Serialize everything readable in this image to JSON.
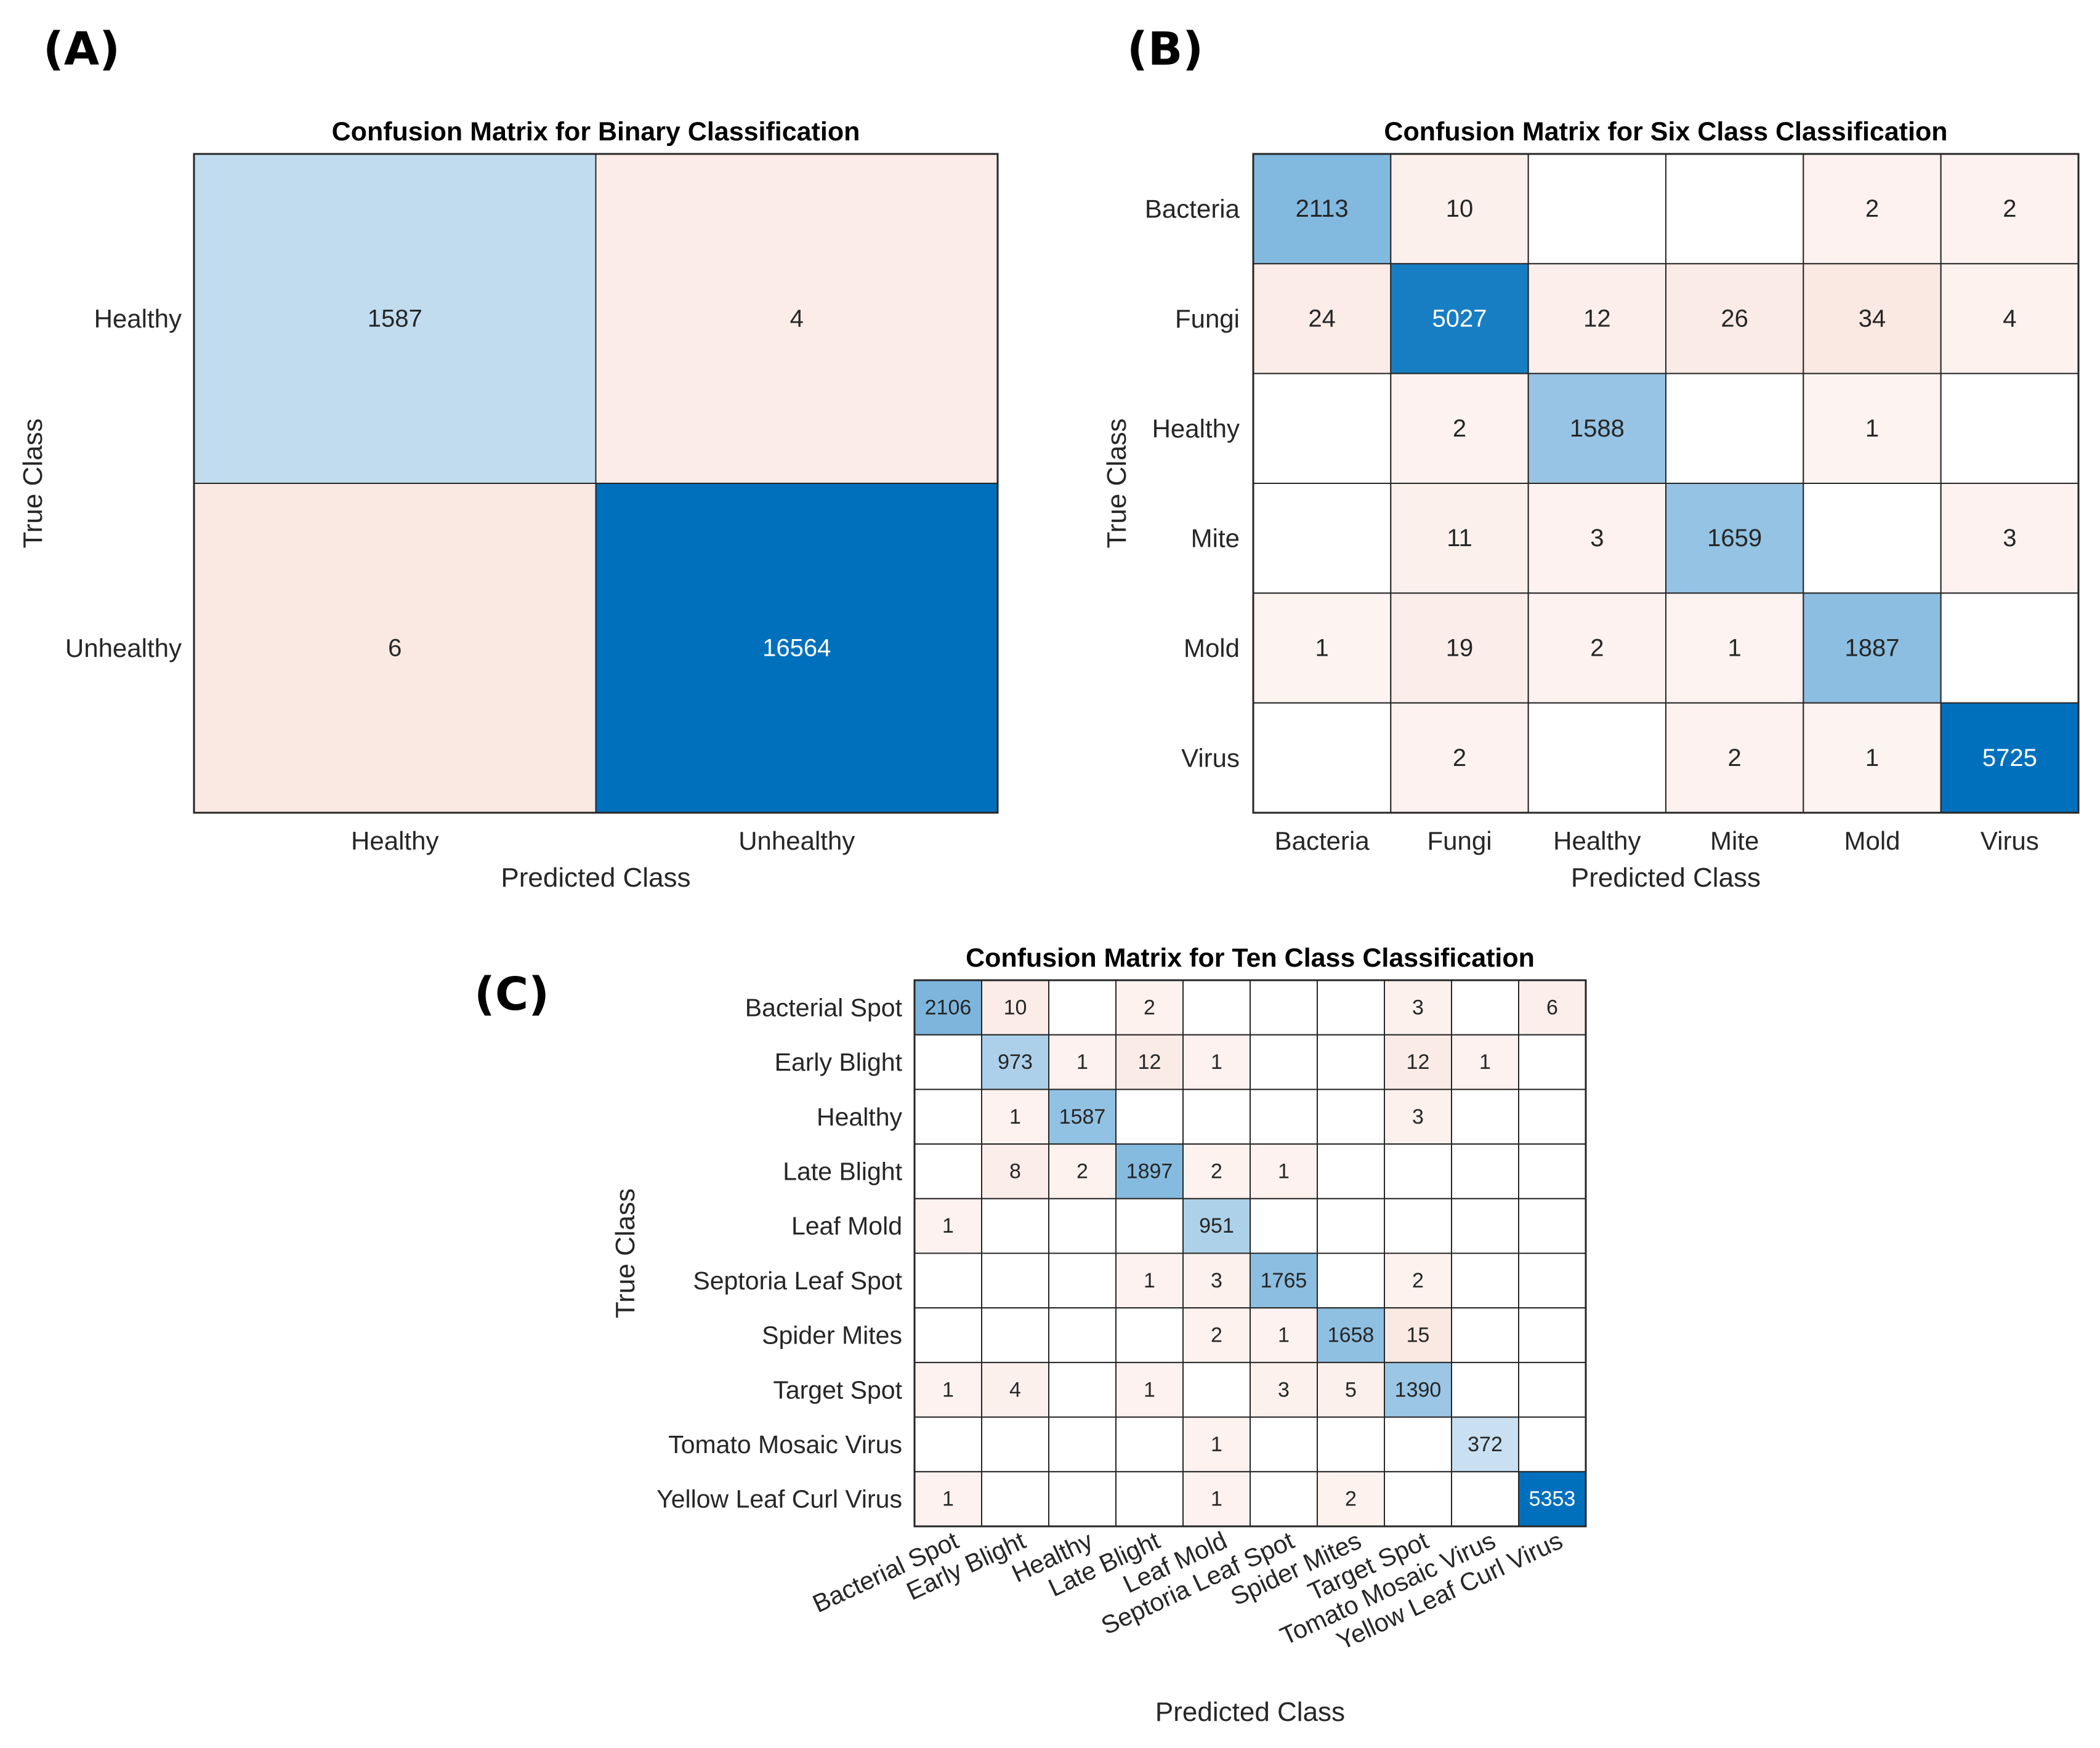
{
  "panels": [
    "(A)",
    "(B)",
    "(C)"
  ],
  "colors": {
    "diag_max": "#0070BD",
    "diag_min": "#DCEBF6",
    "offdiag_max": "#F5D9D0",
    "offdiag_min": "#FDF3F0",
    "empty": "#FFFFFF",
    "grid": "#262626"
  },
  "chart_data": [
    {
      "type": "heatmap",
      "panel": "(A)",
      "title": "Confusion Matrix for Binary Classification",
      "xlabel": "Predicted Class",
      "ylabel": "True Class",
      "rows": [
        "Healthy",
        "Unhealthy"
      ],
      "cols": [
        "Healthy",
        "Unhealthy"
      ],
      "values": [
        [
          1587,
          4
        ],
        [
          6,
          16564
        ]
      ]
    },
    {
      "type": "heatmap",
      "panel": "(B)",
      "title": "Confusion Matrix for Six Class Classification",
      "xlabel": "Predicted Class",
      "ylabel": "True Class",
      "rows": [
        "Bacteria",
        "Fungi",
        "Healthy",
        "Mite",
        "Mold",
        "Virus"
      ],
      "cols": [
        "Bacteria",
        "Fungi",
        "Healthy",
        "Mite",
        "Mold",
        "Virus"
      ],
      "values": [
        [
          2113,
          10,
          null,
          null,
          2,
          2
        ],
        [
          24,
          5027,
          12,
          26,
          34,
          4
        ],
        [
          null,
          2,
          1588,
          null,
          1,
          null
        ],
        [
          null,
          11,
          3,
          1659,
          null,
          3
        ],
        [
          1,
          19,
          2,
          1,
          1887,
          null
        ],
        [
          null,
          2,
          null,
          2,
          1,
          5725
        ]
      ]
    },
    {
      "type": "heatmap",
      "panel": "(C)",
      "title": "Confusion Matrix for Ten Class Classification",
      "xlabel": "Predicted Class",
      "ylabel": "True Class",
      "rows": [
        "Bacterial Spot",
        "Early Blight",
        "Healthy",
        "Late Blight",
        "Leaf Mold",
        "Septoria Leaf Spot",
        "Spider Mites",
        "Target Spot",
        "Tomato Mosaic Virus",
        "Yellow Leaf Curl Virus"
      ],
      "cols": [
        "Bacterial Spot",
        "Early Blight",
        "Healthy",
        "Late Blight",
        "Leaf Mold",
        "Septoria Leaf Spot",
        "Spider Mites",
        "Target Spot",
        "Tomato Mosaic Virus",
        "Yellow Leaf Curl Virus"
      ],
      "values": [
        [
          2106,
          10,
          null,
          2,
          null,
          null,
          null,
          3,
          null,
          6
        ],
        [
          null,
          973,
          1,
          12,
          1,
          null,
          null,
          12,
          1,
          null
        ],
        [
          null,
          1,
          1587,
          null,
          null,
          null,
          null,
          3,
          null,
          null
        ],
        [
          null,
          8,
          2,
          1897,
          2,
          1,
          null,
          null,
          null,
          null
        ],
        [
          1,
          null,
          null,
          null,
          951,
          null,
          null,
          null,
          null,
          null
        ],
        [
          null,
          null,
          null,
          1,
          3,
          1765,
          null,
          2,
          null,
          null
        ],
        [
          null,
          null,
          null,
          null,
          2,
          1,
          1658,
          15,
          null,
          null
        ],
        [
          1,
          4,
          null,
          1,
          null,
          3,
          5,
          1390,
          null,
          null
        ],
        [
          null,
          null,
          null,
          null,
          1,
          null,
          null,
          null,
          372,
          null
        ],
        [
          1,
          null,
          null,
          null,
          1,
          null,
          2,
          null,
          null,
          5353
        ]
      ]
    }
  ]
}
